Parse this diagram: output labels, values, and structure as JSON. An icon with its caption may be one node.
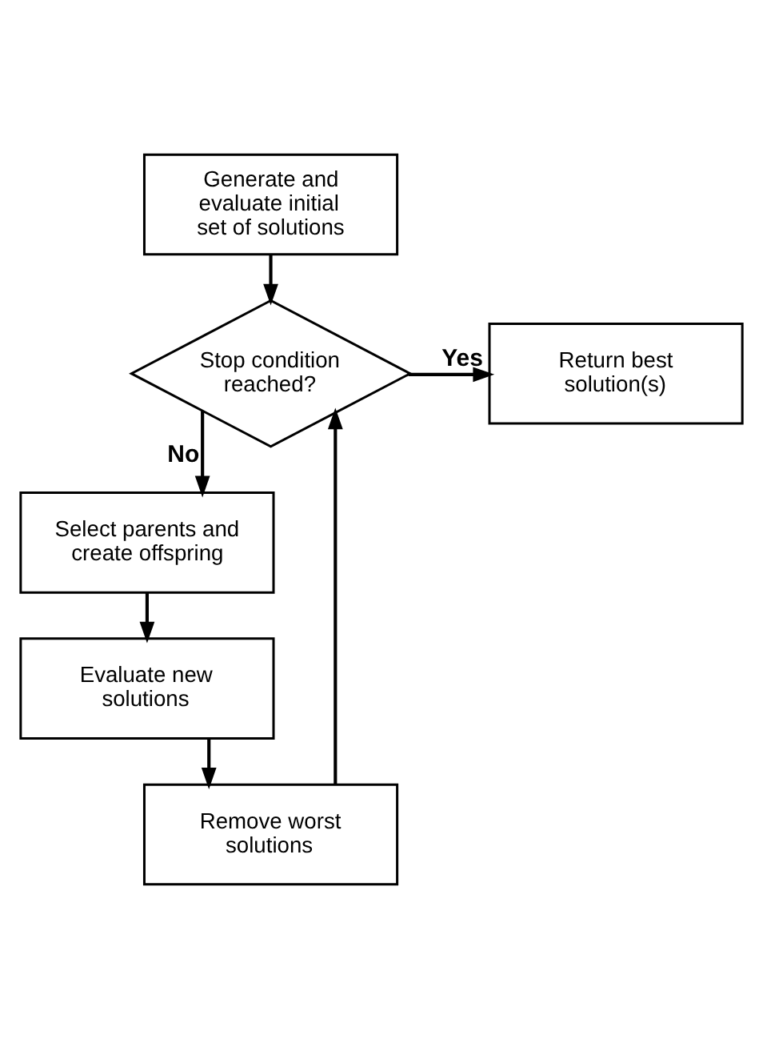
{
  "diagram": {
    "nodes": [
      {
        "text": [
          "Generate and evaluate initial set of solutions"
        ]
      },
      {
        "text": [
          "Stop condition reached?"
        ]
      },
      {
        "text": [
          "Return best solution(s)"
        ]
      },
      {
        "text": [
          "Select parents and create offspring"
        ]
      },
      {
        "text": [
          "Evaluate new solutions"
        ]
      },
      {
        "text": [
          "Remove worst solutions"
        ]
      }
    ],
    "edges": [
      {
        "from": 0,
        "to": 1,
        "arrow": "to"
      },
      {
        "from": 1,
        "to": 2,
        "arrow": "to",
        "label": "Yes"
      },
      {
        "from": 1,
        "to": 3,
        "arrow": "to",
        "label": "No"
      },
      {
        "from": 3,
        "to": 4,
        "arrow": "to"
      },
      {
        "from": 4,
        "to": 5,
        "arrow": "to"
      },
      {
        "from": 5,
        "to": 1,
        "arrow": "to"
      }
    ]
  }
}
